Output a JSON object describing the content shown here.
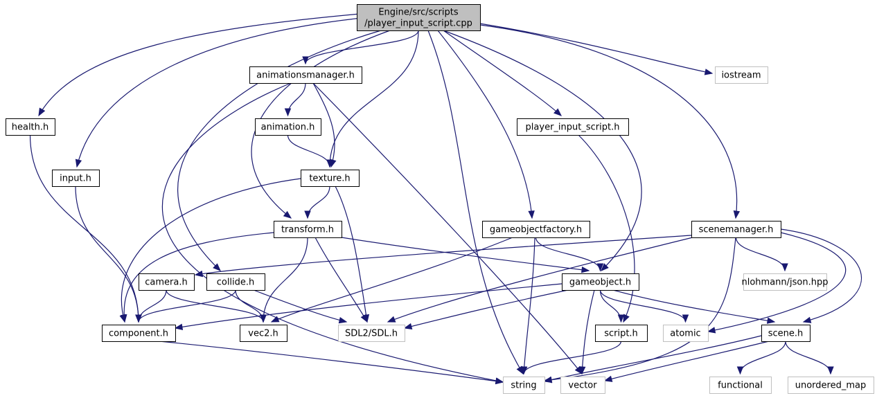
{
  "graph": {
    "nodes": {
      "root": {
        "lines": [
          "Engine/src/scripts",
          "/player_input_script.cpp"
        ],
        "kind": "root"
      },
      "animationsmanager": {
        "lines": [
          "animationsmanager.h"
        ],
        "kind": "solid"
      },
      "iostream": {
        "lines": [
          "iostream"
        ],
        "kind": "ext"
      },
      "health": {
        "lines": [
          "health.h"
        ],
        "kind": "solid"
      },
      "animation": {
        "lines": [
          "animation.h"
        ],
        "kind": "solid"
      },
      "player_input_script_h": {
        "lines": [
          "player_input_script.h"
        ],
        "kind": "solid"
      },
      "input": {
        "lines": [
          "input.h"
        ],
        "kind": "solid"
      },
      "texture": {
        "lines": [
          "texture.h"
        ],
        "kind": "solid"
      },
      "transform": {
        "lines": [
          "transform.h"
        ],
        "kind": "solid"
      },
      "gameobjectfactory": {
        "lines": [
          "gameobjectfactory.h"
        ],
        "kind": "solid"
      },
      "scenemanager": {
        "lines": [
          "scenemanager.h"
        ],
        "kind": "solid"
      },
      "camera": {
        "lines": [
          "camera.h"
        ],
        "kind": "solid"
      },
      "collide": {
        "lines": [
          "collide.h"
        ],
        "kind": "solid"
      },
      "gameobject": {
        "lines": [
          "gameobject.h"
        ],
        "kind": "solid"
      },
      "json": {
        "lines": [
          "nlohmann/json.hpp"
        ],
        "kind": "ext"
      },
      "component": {
        "lines": [
          "component.h"
        ],
        "kind": "solid"
      },
      "vec2": {
        "lines": [
          "vec2.h"
        ],
        "kind": "solid"
      },
      "sdl": {
        "lines": [
          "SDL2/SDL.h"
        ],
        "kind": "ext"
      },
      "script": {
        "lines": [
          "script.h"
        ],
        "kind": "solid"
      },
      "atomic": {
        "lines": [
          "atomic"
        ],
        "kind": "ext"
      },
      "scene": {
        "lines": [
          "scene.h"
        ],
        "kind": "solid"
      },
      "string": {
        "lines": [
          "string"
        ],
        "kind": "ext"
      },
      "vector": {
        "lines": [
          "vector"
        ],
        "kind": "ext"
      },
      "functional": {
        "lines": [
          "functional"
        ],
        "kind": "ext"
      },
      "unordered_map": {
        "lines": [
          "unordered_map"
        ],
        "kind": "ext"
      }
    },
    "edges": [
      [
        "root",
        "animationsmanager"
      ],
      [
        "root",
        "iostream"
      ],
      [
        "root",
        "health"
      ],
      [
        "root",
        "input"
      ],
      [
        "root",
        "texture"
      ],
      [
        "root",
        "transform"
      ],
      [
        "root",
        "collide"
      ],
      [
        "root",
        "player_input_script_h"
      ],
      [
        "root",
        "gameobjectfactory"
      ],
      [
        "root",
        "gameobject"
      ],
      [
        "root",
        "scenemanager"
      ],
      [
        "root",
        "string"
      ],
      [
        "animationsmanager",
        "animation"
      ],
      [
        "animationsmanager",
        "texture"
      ],
      [
        "animationsmanager",
        "string"
      ],
      [
        "animationsmanager",
        "vector"
      ],
      [
        "animation",
        "texture"
      ],
      [
        "health",
        "component"
      ],
      [
        "input",
        "component"
      ],
      [
        "texture",
        "transform"
      ],
      [
        "texture",
        "component"
      ],
      [
        "texture",
        "sdl"
      ],
      [
        "player_input_script_h",
        "script"
      ],
      [
        "transform",
        "component"
      ],
      [
        "transform",
        "vec2"
      ],
      [
        "transform",
        "sdl"
      ],
      [
        "transform",
        "gameobject"
      ],
      [
        "gameobjectfactory",
        "gameobject"
      ],
      [
        "gameobjectfactory",
        "vec2"
      ],
      [
        "gameobjectfactory",
        "string"
      ],
      [
        "scenemanager",
        "camera"
      ],
      [
        "scenemanager",
        "json"
      ],
      [
        "scenemanager",
        "sdl"
      ],
      [
        "scenemanager",
        "atomic"
      ],
      [
        "scenemanager",
        "scene"
      ],
      [
        "scenemanager",
        "string"
      ],
      [
        "camera",
        "component"
      ],
      [
        "camera",
        "vec2"
      ],
      [
        "collide",
        "component"
      ],
      [
        "collide",
        "vec2"
      ],
      [
        "collide",
        "sdl"
      ],
      [
        "gameobject",
        "component"
      ],
      [
        "gameobject",
        "sdl"
      ],
      [
        "gameobject",
        "script"
      ],
      [
        "gameobject",
        "atomic"
      ],
      [
        "gameobject",
        "scene"
      ],
      [
        "gameobject",
        "vector"
      ],
      [
        "component",
        "string"
      ],
      [
        "script",
        "string"
      ],
      [
        "scene",
        "string"
      ],
      [
        "scene",
        "vector"
      ],
      [
        "scene",
        "functional"
      ],
      [
        "scene",
        "unordered_map"
      ]
    ]
  }
}
